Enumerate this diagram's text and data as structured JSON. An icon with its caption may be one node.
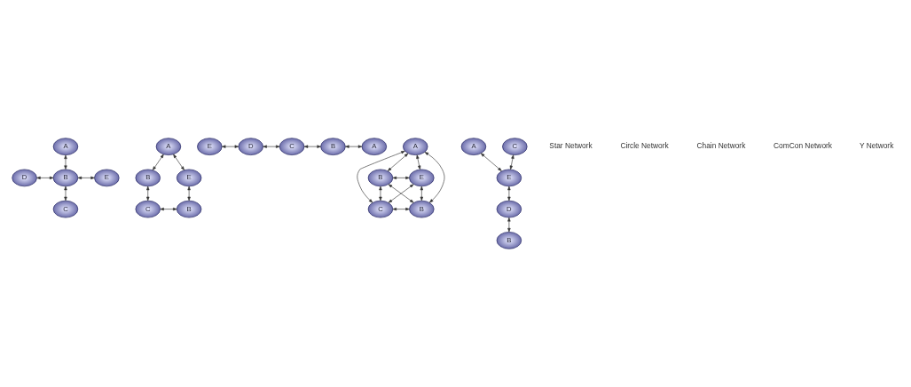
{
  "diagram": {
    "nodes": [
      {
        "text": [
          "A"
        ]
      },
      {
        "text": [
          "D"
        ]
      },
      {
        "text": [
          "B"
        ]
      },
      {
        "text": [
          "E"
        ]
      },
      {
        "text": [
          "C"
        ]
      },
      {
        "text": [
          "A"
        ]
      },
      {
        "text": [
          "B"
        ]
      },
      {
        "text": [
          "E"
        ]
      },
      {
        "text": [
          "C"
        ]
      },
      {
        "text": [
          "B"
        ]
      },
      {
        "text": [
          "E"
        ]
      },
      {
        "text": [
          "D"
        ]
      },
      {
        "text": [
          "C"
        ]
      },
      {
        "text": [
          "B"
        ]
      },
      {
        "text": [
          "A"
        ]
      },
      {
        "text": [
          "A"
        ]
      },
      {
        "text": [
          "B"
        ]
      },
      {
        "text": [
          "E"
        ]
      },
      {
        "text": [
          "C"
        ]
      },
      {
        "text": [
          "B"
        ]
      },
      {
        "text": [
          "A"
        ]
      },
      {
        "text": [
          "C"
        ]
      },
      {
        "text": [
          "E"
        ]
      },
      {
        "text": [
          "D"
        ]
      },
      {
        "text": [
          "B"
        ]
      }
    ],
    "edges": [
      {
        "from": 0,
        "to": 2,
        "arrow": "both"
      },
      {
        "from": 1,
        "to": 2,
        "arrow": "both"
      },
      {
        "from": 2,
        "to": 3,
        "arrow": "both"
      },
      {
        "from": 2,
        "to": 4,
        "arrow": "both"
      },
      {
        "from": 5,
        "to": 6,
        "arrow": "both"
      },
      {
        "from": 5,
        "to": 7,
        "arrow": "both"
      },
      {
        "from": 6,
        "to": 8,
        "arrow": "both"
      },
      {
        "from": 7,
        "to": 9,
        "arrow": "both"
      },
      {
        "from": 8,
        "to": 9,
        "arrow": "both"
      },
      {
        "from": 10,
        "to": 11,
        "arrow": "both"
      },
      {
        "from": 11,
        "to": 12,
        "arrow": "both"
      },
      {
        "from": 12,
        "to": 13,
        "arrow": "both"
      },
      {
        "from": 13,
        "to": 14,
        "arrow": "both"
      },
      {
        "from": 15,
        "to": 16,
        "arrow": "both"
      },
      {
        "from": 15,
        "to": 17,
        "arrow": "both"
      },
      {
        "from": 15,
        "to": 18,
        "arrow": "both"
      },
      {
        "from": 15,
        "to": 19,
        "arrow": "both"
      },
      {
        "from": 16,
        "to": 17,
        "arrow": "both"
      },
      {
        "from": 16,
        "to": 18,
        "arrow": "both"
      },
      {
        "from": 16,
        "to": 19,
        "arrow": "both"
      },
      {
        "from": 17,
        "to": 18,
        "arrow": "both"
      },
      {
        "from": 17,
        "to": 19,
        "arrow": "both"
      },
      {
        "from": 18,
        "to": 19,
        "arrow": "both"
      },
      {
        "from": 20,
        "to": 22,
        "arrow": "both"
      },
      {
        "from": 21,
        "to": 22,
        "arrow": "both"
      },
      {
        "from": 22,
        "to": 23,
        "arrow": "both"
      },
      {
        "from": 23,
        "to": 24,
        "arrow": "both"
      }
    ],
    "labels": [
      "Star Network",
      "Circle Network",
      "Chain Network",
      "ComCon Network",
      "Y Network"
    ]
  }
}
